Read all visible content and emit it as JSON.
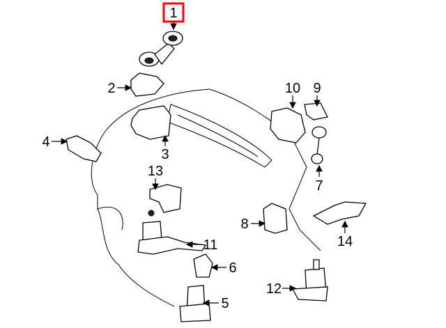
{
  "diagram": {
    "highlight_color": "#ff0000",
    "callouts": [
      {
        "id": "1",
        "label": "1",
        "highlighted": true
      },
      {
        "id": "2",
        "label": "2"
      },
      {
        "id": "3",
        "label": "3"
      },
      {
        "id": "4",
        "label": "4"
      },
      {
        "id": "5",
        "label": "5"
      },
      {
        "id": "6",
        "label": "6"
      },
      {
        "id": "7",
        "label": "7"
      },
      {
        "id": "8",
        "label": "8"
      },
      {
        "id": "9",
        "label": "9"
      },
      {
        "id": "10",
        "label": "10"
      },
      {
        "id": "11",
        "label": "11"
      },
      {
        "id": "12",
        "label": "12"
      },
      {
        "id": "13",
        "label": "13"
      },
      {
        "id": "14",
        "label": "14"
      }
    ]
  }
}
